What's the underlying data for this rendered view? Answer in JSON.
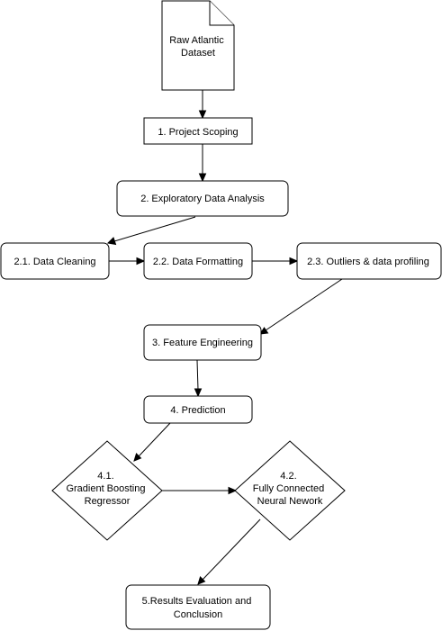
{
  "nodes": {
    "raw_dataset": [
      "Raw Atlantic",
      "Dataset"
    ],
    "project_scoping": "1. Project Scoping",
    "eda": "2. Exploratory Data Analysis",
    "data_cleaning": "2.1. Data Cleaning",
    "data_formatting": "2.2. Data Formatting",
    "outliers_profiling": "2.3. Outliers & data profiling",
    "feature_engineering": "3. Feature Engineering",
    "prediction": "4. Prediction",
    "gbr": [
      "4.1.",
      "Gradient Boosting",
      "Regressor"
    ],
    "fcnn": [
      "4.2.",
      "Fully Connected",
      "Neural Nework"
    ],
    "results": [
      "5.Results Evaluation and",
      "Conclusion"
    ]
  }
}
